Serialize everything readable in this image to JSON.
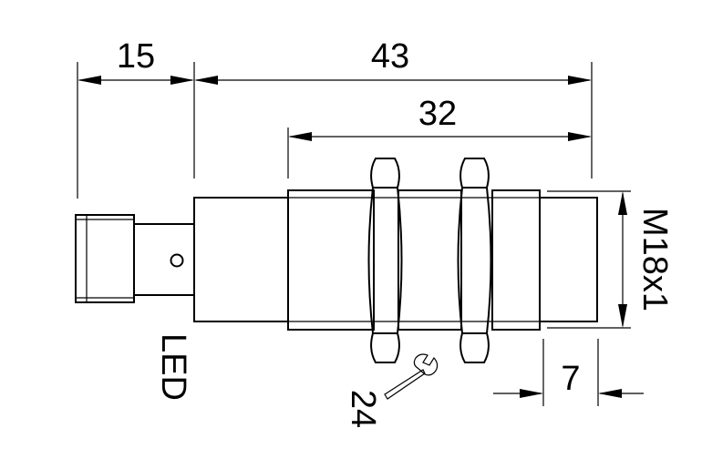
{
  "dimensions": {
    "connector_length": "15",
    "total_length": "43",
    "thread_length": "32",
    "thread_size": "M18x1",
    "face_offset": "7",
    "wrench_size": "24"
  },
  "labels": {
    "led": "LED"
  },
  "icons": {
    "wrench": "wrench-icon",
    "led": "led-indicator-icon"
  },
  "colors": {
    "line": "#000000",
    "background": "#ffffff"
  }
}
